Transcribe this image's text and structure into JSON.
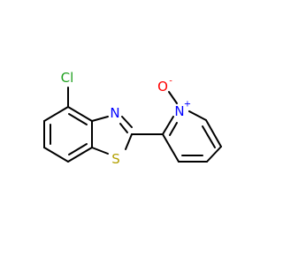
{
  "molecule": {
    "atoms": {
      "cl": "Cl",
      "n_thiazole": "N",
      "s_thiazole": "S",
      "n_pyridine": "N",
      "o_oxide": "O"
    },
    "charges": {
      "n_pyridine": "+",
      "o_oxide": "-"
    },
    "colors": {
      "bond": "#000000",
      "carbon": "#000000",
      "chlorine": "#1fa01f",
      "nitrogen": "#0000ff",
      "oxygen": "#ff0000",
      "sulfur": "#b3a000"
    }
  }
}
